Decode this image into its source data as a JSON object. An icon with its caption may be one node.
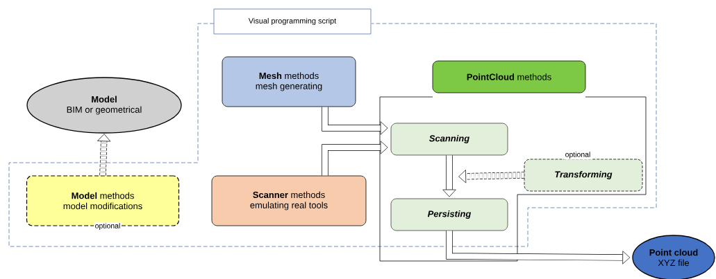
{
  "diagram": {
    "nodes": [
      {
        "text": [
          "Visual programming script"
        ]
      },
      {
        "text": [
          "Model",
          "BIM or geometrical"
        ]
      },
      {
        "text": [
          "**Model** methods",
          "model modifications"
        ],
        "beside": [
          "optional"
        ]
      },
      {
        "text": [
          "**Mesh** methods",
          "mesh generating"
        ]
      },
      {
        "text": [
          "**Scanner** methods",
          "emulating real tools"
        ]
      },
      {
        "text": [
          "**PointCloud** methods"
        ]
      },
      {
        "text": [
          "Scanning"
        ],
        "in": 5
      },
      {
        "text": [
          "Transforming"
        ],
        "in": 5,
        "beside": [
          "optional"
        ]
      },
      {
        "text": [
          "Persisting"
        ],
        "in": 5
      },
      {
        "text": [
          "Point cloud",
          "XYZ file"
        ]
      }
    ],
    "edges": [
      {
        "from": 2,
        "to": 1,
        "arrow": "to",
        "style": "dashed"
      },
      {
        "from": 3,
        "to": 6,
        "arrow": "to"
      },
      {
        "from": 4,
        "to": 6,
        "arrow": "to"
      },
      {
        "from": 6,
        "to": 8,
        "arrow": "to"
      },
      {
        "from": 7,
        "to": null,
        "arrow": "to",
        "style": "dashed"
      },
      {
        "from": 8,
        "to": 9,
        "arrow": "to"
      }
    ]
  }
}
